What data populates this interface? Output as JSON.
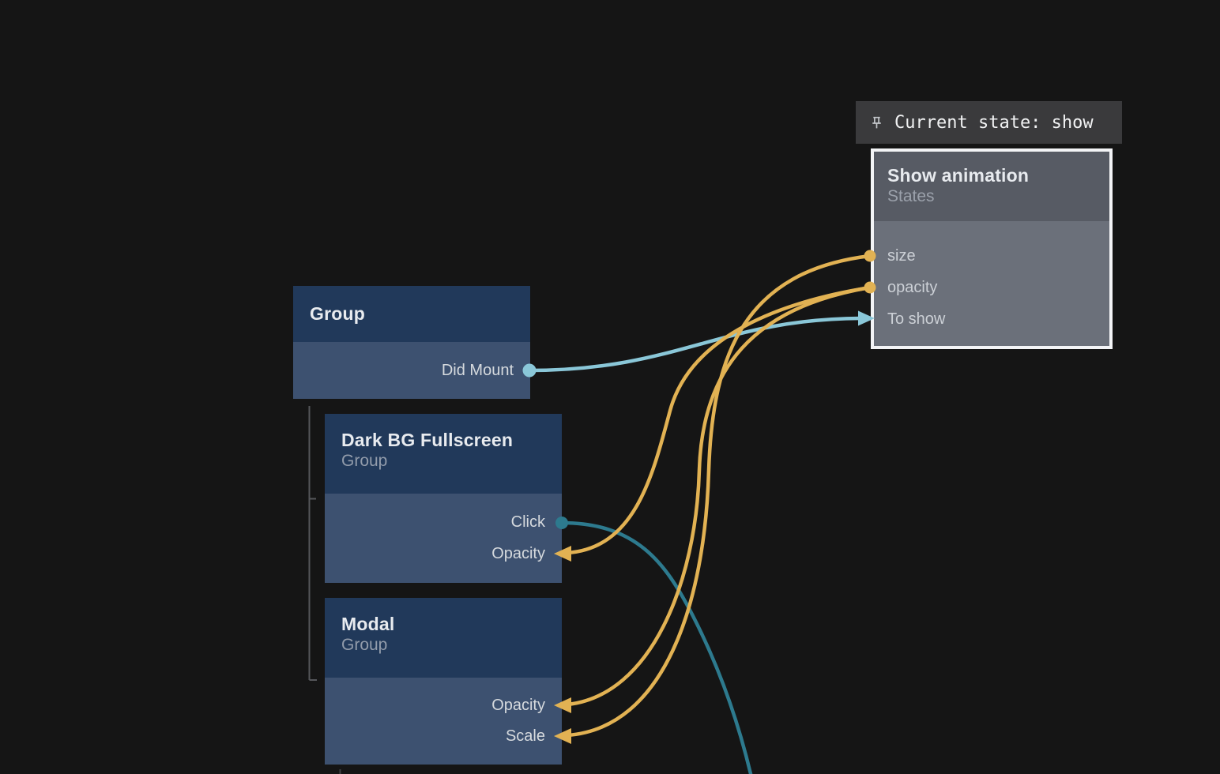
{
  "badge": {
    "text": "Current state: show",
    "icon": "pushpin-icon"
  },
  "nodes": {
    "show_animation": {
      "title": "Show animation",
      "subtitle": "States",
      "ports": [
        {
          "label": "size",
          "kind": "output-dot"
        },
        {
          "label": "opacity",
          "kind": "output-dot"
        },
        {
          "label": "To show",
          "kind": "input-arrow"
        }
      ]
    },
    "group": {
      "title": "Group",
      "ports": [
        {
          "label": "Did Mount",
          "kind": "output-dot"
        }
      ]
    },
    "dark_bg_fullscreen": {
      "title": "Dark BG Fullscreen",
      "subtitle": "Group",
      "ports": [
        {
          "label": "Click",
          "kind": "output-dot"
        },
        {
          "label": "Opacity",
          "kind": "input-arrow"
        }
      ]
    },
    "modal": {
      "title": "Modal",
      "subtitle": "Group",
      "ports": [
        {
          "label": "Opacity",
          "kind": "input-arrow"
        },
        {
          "label": "Scale",
          "kind": "input-arrow"
        }
      ]
    }
  },
  "connections": [
    {
      "from": "Group.Did Mount",
      "to": "Show animation.To show",
      "color": "#8ac7d8"
    },
    {
      "from": "Dark BG Fullscreen.Click",
      "to": "offscreen-bottom",
      "color": "#2d7a8e"
    },
    {
      "from": "Show animation.opacity",
      "to": "Dark BG Fullscreen.Opacity",
      "color": "#e2b253"
    },
    {
      "from": "Show animation.opacity",
      "to": "Modal.Opacity",
      "color": "#e2b253"
    },
    {
      "from": "Show animation.size",
      "to": "Modal.Scale",
      "color": "#e2b253"
    }
  ],
  "colors": {
    "background": "#151515",
    "accent_orange": "#e2b253",
    "accent_teal_light": "#8ac7d8",
    "accent_teal_dark": "#2d7a8e",
    "node_header_blue": "#21395a",
    "node_body_blue": "#3d5170",
    "state_header_gray": "#575b64",
    "state_body_gray": "#6b707a",
    "state_border": "#f3f4f6",
    "badge_bg": "#3a3a3c",
    "tree_line": "#55565a"
  }
}
